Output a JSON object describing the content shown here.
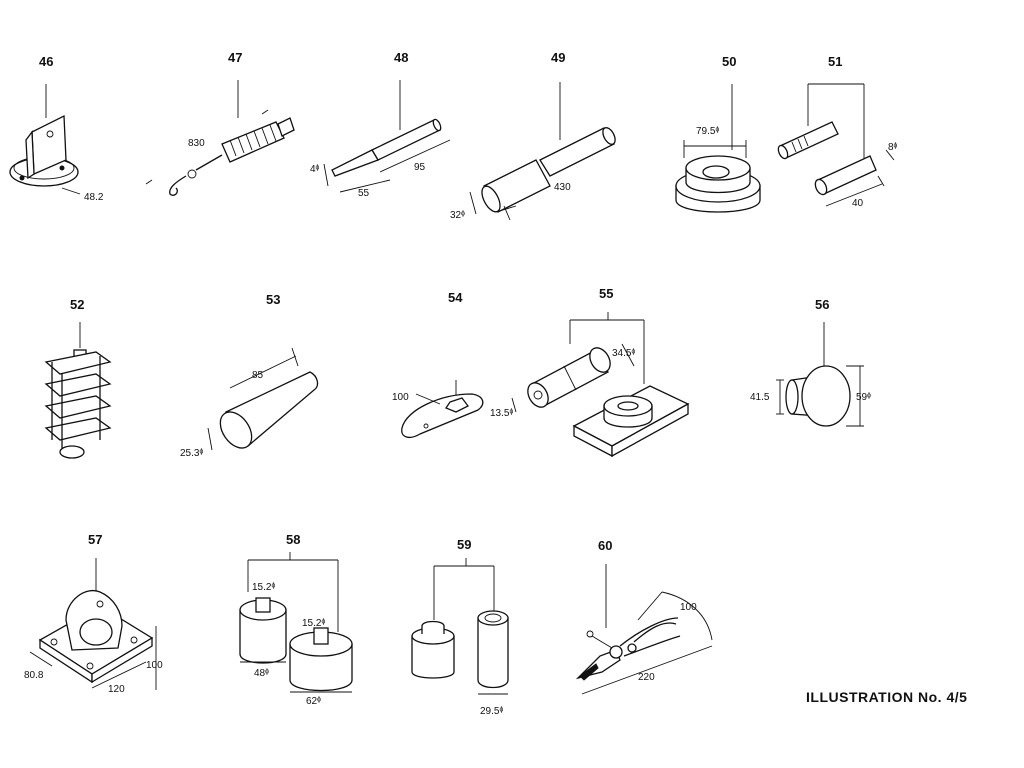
{
  "caption": "ILLUSTRATION No. 4/5",
  "items": [
    {
      "number": "46",
      "dims": [
        "48.2"
      ]
    },
    {
      "number": "47",
      "dims": [
        "830"
      ]
    },
    {
      "number": "48",
      "dims": [
        "4ᶲ",
        "95",
        "55"
      ]
    },
    {
      "number": "49",
      "dims": [
        "430",
        "32ᶲ"
      ]
    },
    {
      "number": "50",
      "dims": [
        "79.5ᶲ"
      ]
    },
    {
      "number": "51",
      "dims": [
        "8ᶲ",
        "40"
      ]
    },
    {
      "number": "52",
      "dims": []
    },
    {
      "number": "53",
      "dims": [
        "85",
        "25.3ᶲ"
      ]
    },
    {
      "number": "54",
      "dims": [
        "100"
      ]
    },
    {
      "number": "55",
      "dims": [
        "34.5ᶲ",
        "13.5ᶲ"
      ]
    },
    {
      "number": "56",
      "dims": [
        "41.5",
        "59ᶲ"
      ]
    },
    {
      "number": "57",
      "dims": [
        "80.8",
        "120",
        "100"
      ]
    },
    {
      "number": "58",
      "dims": [
        "15.2ᶲ",
        "15.2ᶲ",
        "48ᶲ",
        "62ᶲ"
      ]
    },
    {
      "number": "59",
      "dims": [
        "29.5ᶲ"
      ]
    },
    {
      "number": "60",
      "dims": [
        "100",
        "220"
      ]
    }
  ]
}
